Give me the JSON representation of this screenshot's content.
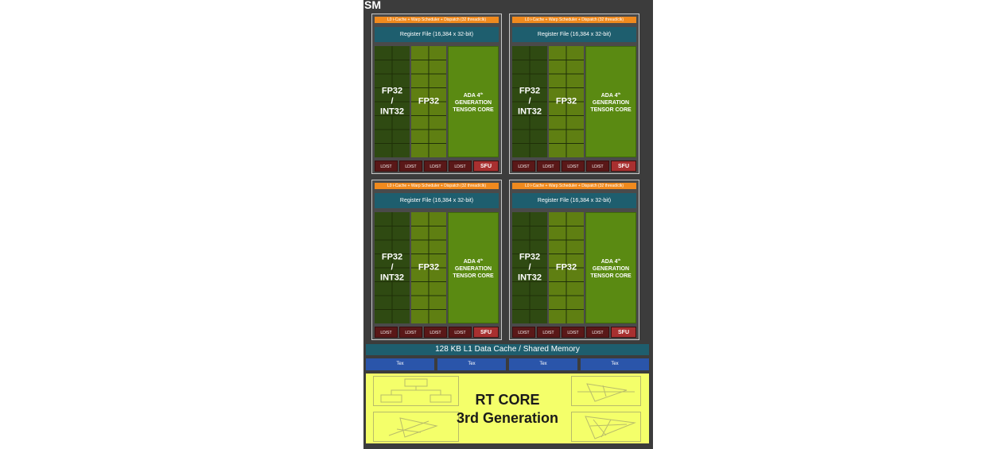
{
  "sm": {
    "title": "SM",
    "warp_scheduler_label": "L0 i-Cache + Warp Scheduler + Dispatch (32 thread/clk)",
    "register_file_label": "Register File (16,384 x 32-bit)",
    "fp32_int32_label": [
      "FP32",
      "/",
      "INT32"
    ],
    "fp32_label": "FP32",
    "tensor_core_label": {
      "line1": "ADA 4",
      "sup": "th",
      "line2": "GENERATION",
      "line3": "TENSOR CORE"
    },
    "ldst_label": "LD/ST",
    "sfu_label": "SFU",
    "l1_cache_label": "128 KB L1 Data Cache / Shared Memory",
    "tex_label": "Tex",
    "rt_core": {
      "line1": "RT CORE",
      "line2": "3rd Generation"
    }
  },
  "colors": {
    "background": "#3c3c3c",
    "warp_scheduler": "#f08a1e",
    "register_file": "#1e5e6e",
    "fp32_int32": "#2f4a12",
    "fp32": "#5f7f12",
    "tensor_core": "#5a8a12",
    "ldst": "#5a1818",
    "sfu": "#a83030",
    "tex": "#2a55aa",
    "rt_core": "#f4ff6a"
  }
}
